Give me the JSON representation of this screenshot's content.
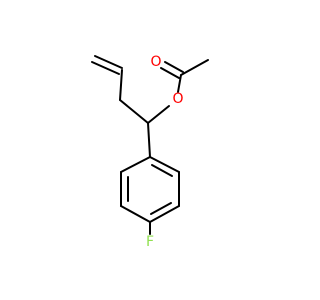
{
  "molecule": {
    "atoms": {
      "oxygen_ester": {
        "symbol": "O",
        "color": "#ff0000"
      },
      "oxygen_carbonyl": {
        "symbol": "O",
        "color": "#ff0000"
      },
      "fluorine": {
        "symbol": "F",
        "color": "#90e050"
      }
    },
    "bond_color": "#000000",
    "background": "#ffffff"
  }
}
